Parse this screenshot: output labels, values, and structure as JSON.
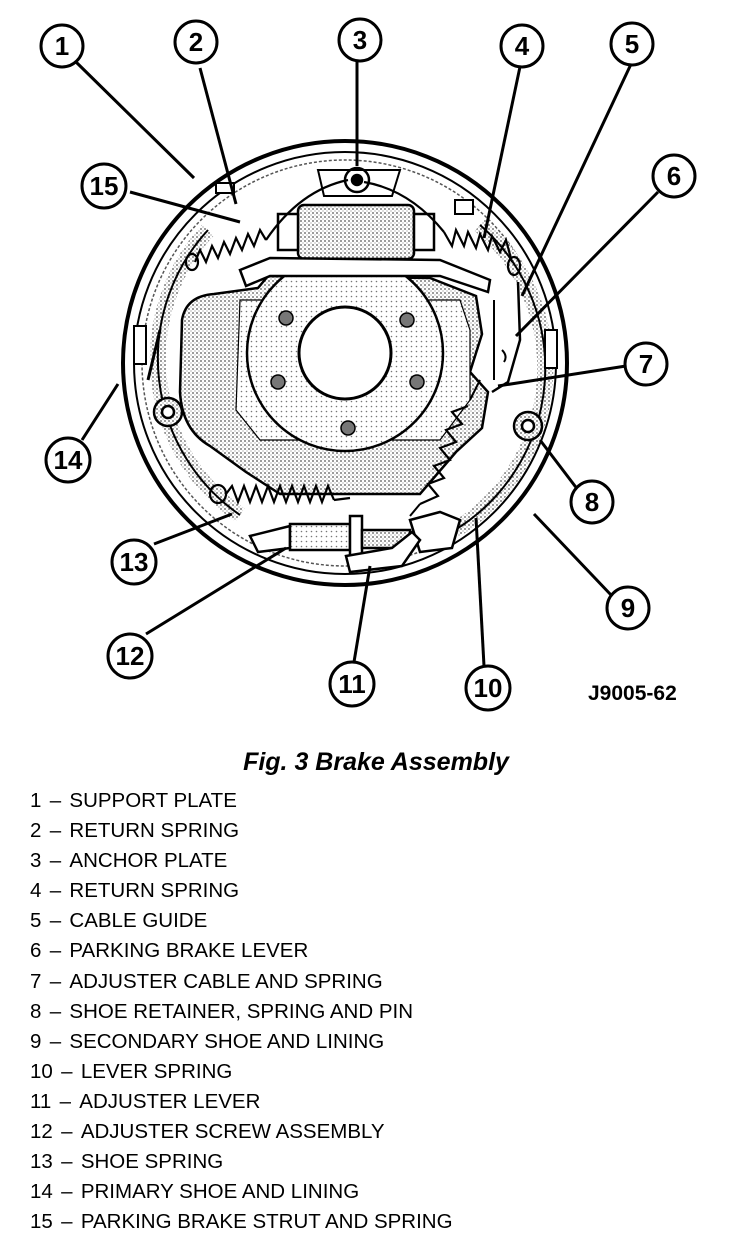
{
  "figure": {
    "caption": "Fig. 3 Brake Assembly",
    "code": "J9005-62",
    "callouts": [
      "1",
      "2",
      "3",
      "4",
      "5",
      "6",
      "7",
      "8",
      "9",
      "10",
      "11",
      "12",
      "13",
      "14",
      "15"
    ]
  },
  "legend": [
    {
      "num": "1",
      "text": "SUPPORT PLATE"
    },
    {
      "num": "2",
      "text": "RETURN SPRING"
    },
    {
      "num": "3",
      "text": "ANCHOR PLATE"
    },
    {
      "num": "4",
      "text": "RETURN SPRING"
    },
    {
      "num": "5",
      "text": "CABLE GUIDE"
    },
    {
      "num": "6",
      "text": "PARKING BRAKE LEVER"
    },
    {
      "num": "7",
      "text": "ADJUSTER CABLE AND SPRING"
    },
    {
      "num": "8",
      "text": "SHOE RETAINER, SPRING AND PIN"
    },
    {
      "num": "9",
      "text": "SECONDARY SHOE AND LINING"
    },
    {
      "num": "10",
      "text": "LEVER SPRING"
    },
    {
      "num": "11",
      "text": "ADJUSTER LEVER"
    },
    {
      "num": "12",
      "text": "ADJUSTER SCREW ASSEMBLY"
    },
    {
      "num": "13",
      "text": "SHOE SPRING"
    },
    {
      "num": "14",
      "text": "PRIMARY SHOE AND LINING"
    },
    {
      "num": "15",
      "text": "PARKING BRAKE STRUT AND SPRING"
    }
  ]
}
